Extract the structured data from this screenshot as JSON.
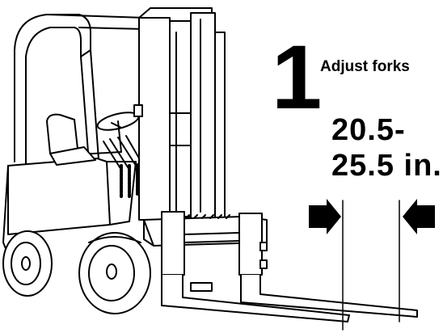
{
  "step": {
    "number": "1",
    "title": "Adjust forks"
  },
  "spec": {
    "line1": "20.5-",
    "line2": "25.5 in."
  },
  "illustration": {
    "subject": "forklift-icon",
    "indicators": [
      "arrow-right-icon",
      "arrow-left-icon"
    ],
    "ink_color": "#000000",
    "paper_color": "#ffffff"
  }
}
